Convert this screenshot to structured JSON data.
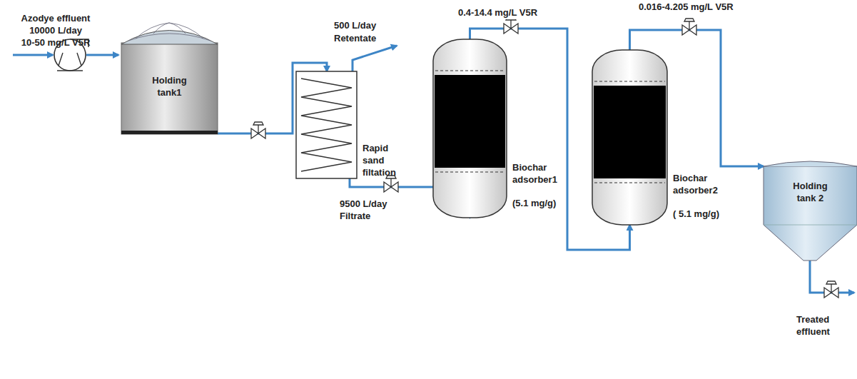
{
  "diagram": {
    "nodes": [
      {
        "text": [
          "Holding tank1"
        ]
      },
      {
        "text": [
          "Rapid sand filtation"
        ]
      },
      {
        "text": [
          "Biochar adsorber1",
          "(5.1 mg/g)"
        ]
      },
      {
        "text": [
          "Biochar adsorber2",
          "( 5.1 mg/g)"
        ]
      },
      {
        "text": [
          "Holding tank 2"
        ]
      }
    ],
    "edges": [
      {
        "from": 0,
        "to": 1,
        "arrow": "to"
      },
      {
        "from": 1,
        "to": 2,
        "arrow": "to",
        "label": "9500 L/day Filtrate"
      },
      {
        "from": 2,
        "to": 3,
        "arrow": "to",
        "label": "0.4-14.4 mg/L V5R"
      },
      {
        "from": 3,
        "to": 4,
        "arrow": "to",
        "label": "0.016-4.205 mg/L V5R"
      }
    ],
    "labels": [
      "Azodye effluent",
      "10000 L/day",
      "10-50 mg/L V5R",
      "500 L/day",
      "Retentate",
      "Treated effluent"
    ]
  }
}
